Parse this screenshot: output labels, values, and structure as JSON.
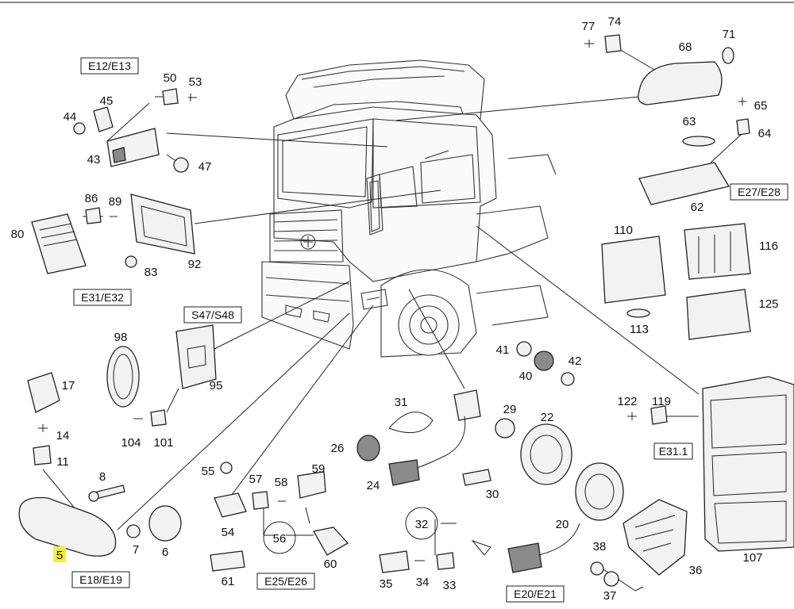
{
  "diagram": {
    "callouts": [
      "77",
      "74",
      "68",
      "71",
      "65",
      "64",
      "63",
      "62",
      "50",
      "53",
      "45",
      "44",
      "43",
      "47",
      "86",
      "89",
      "80",
      "83",
      "92",
      "110",
      "116",
      "113",
      "125",
      "98",
      "95",
      "104",
      "101",
      "41",
      "40",
      "42",
      "31",
      "29",
      "22",
      "26",
      "24",
      "30",
      "122",
      "119",
      "107",
      "17",
      "14",
      "11",
      "8",
      "5",
      "7",
      "6",
      "55",
      "57",
      "58",
      "59",
      "54",
      "56",
      "60",
      "61",
      "32",
      "35",
      "34",
      "33",
      "20",
      "38",
      "37",
      "36"
    ],
    "groups": [
      "E12/E13",
      "E27/E28",
      "E31/E32",
      "S47/S48",
      "E31.1",
      "E18/E19",
      "E25/E26",
      "E20/E21"
    ],
    "highlight_color": "#f5ee3a"
  }
}
